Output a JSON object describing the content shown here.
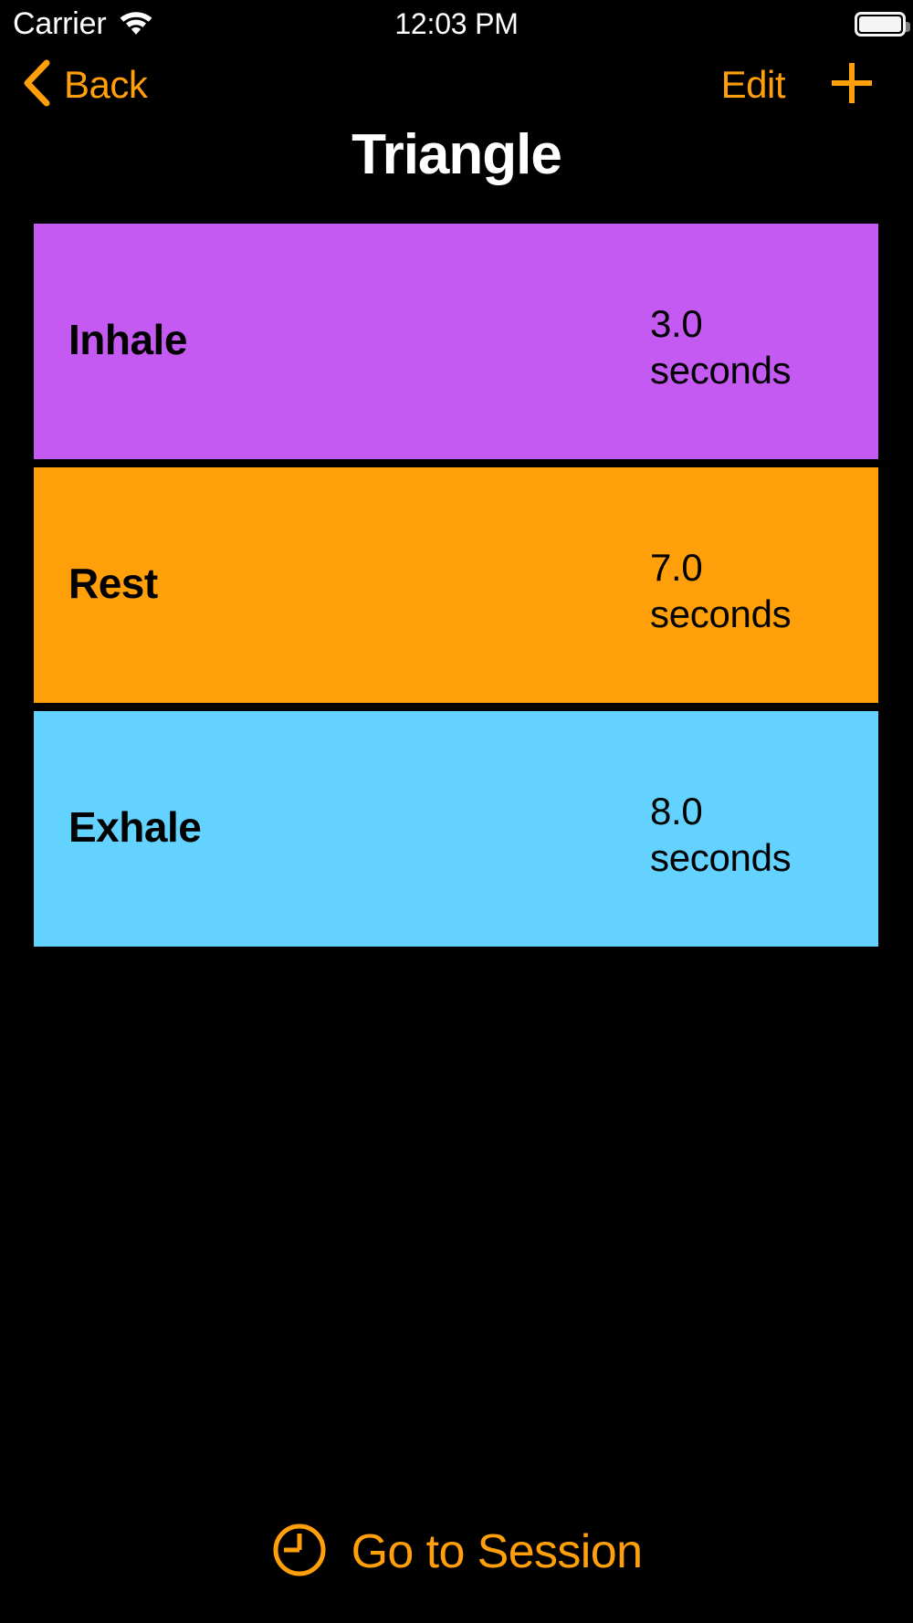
{
  "status_bar": {
    "carrier": "Carrier",
    "time": "12:03 PM",
    "wifi_icon": "wifi-icon",
    "battery_icon": "battery-full-icon"
  },
  "nav_bar": {
    "back_label": "Back",
    "back_icon": "chevron-left-icon",
    "edit_label": "Edit",
    "add_icon": "plus-icon",
    "accent_color": "#FF9F0A"
  },
  "header": {
    "title": "Triangle"
  },
  "phases": [
    {
      "name": "Inhale",
      "value": "3.0",
      "unit": "seconds",
      "color": "#C45AF2"
    },
    {
      "name": "Rest",
      "value": "7.0",
      "unit": "seconds",
      "color": "#FF9F0A"
    },
    {
      "name": "Exhale",
      "value": "8.0",
      "unit": "seconds",
      "color": "#64D2FF"
    }
  ],
  "footer": {
    "session_label": "Go to Session",
    "session_icon": "clock-icon"
  },
  "theme": {
    "background": "#000000",
    "text_primary": "#FFFFFF",
    "accent": "#FF9F0A",
    "card_text": "#000000"
  }
}
